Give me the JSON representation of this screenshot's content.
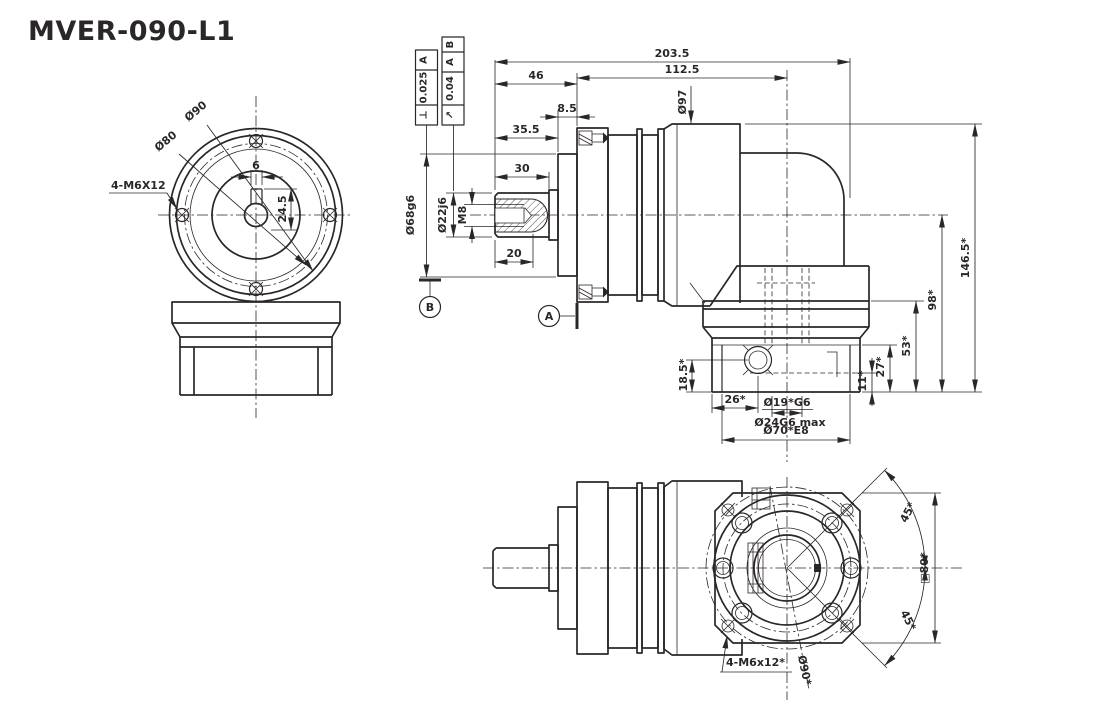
{
  "title": {
    "text": "MVER-090-L1",
    "color": "#54a5d7"
  },
  "front_view": {
    "dia_flange": "Ø90",
    "dia_bolt_circle": "Ø80",
    "bolt_note": "4-M6X12",
    "keyway_width": "6",
    "keyway_depth": "24.5"
  },
  "side_view": {
    "lengths": {
      "total": "203.5",
      "to_flange_face": "46",
      "to_output_axis": "112.5",
      "spigot": "8.5",
      "hub": "35.5",
      "shaft": "30",
      "tap_depth": "20"
    },
    "diameters": {
      "body": "Ø97",
      "spigot": "Ø68g6",
      "shaft": "Ø22j6",
      "tap": "M8"
    },
    "heights": {
      "total": "146.5*",
      "axis": "98*",
      "flange": "53*",
      "base": "27*",
      "step": "11*"
    },
    "output_flange": {
      "clamp_height": "18.5*",
      "clamp_offset": "26*",
      "bore": "Ø19*G6",
      "bore_max": "Ø24G6 max",
      "spigot": "Ø70*E8"
    },
    "fcf_perpendicularity": {
      "symbol": "⊥",
      "tolerance": "0.025",
      "datum": "A"
    },
    "fcf_runout": {
      "symbol": "↗",
      "tolerance": "0.04",
      "datum1": "A",
      "datum2": "B"
    },
    "datum_a": "A",
    "datum_b": "B"
  },
  "output_view": {
    "angle_upper": "45*",
    "angle_lower": "45*",
    "square_size": "□80*",
    "dia_bolt_circle": "Ø90*",
    "bolt_note": "4-M6x12*"
  }
}
